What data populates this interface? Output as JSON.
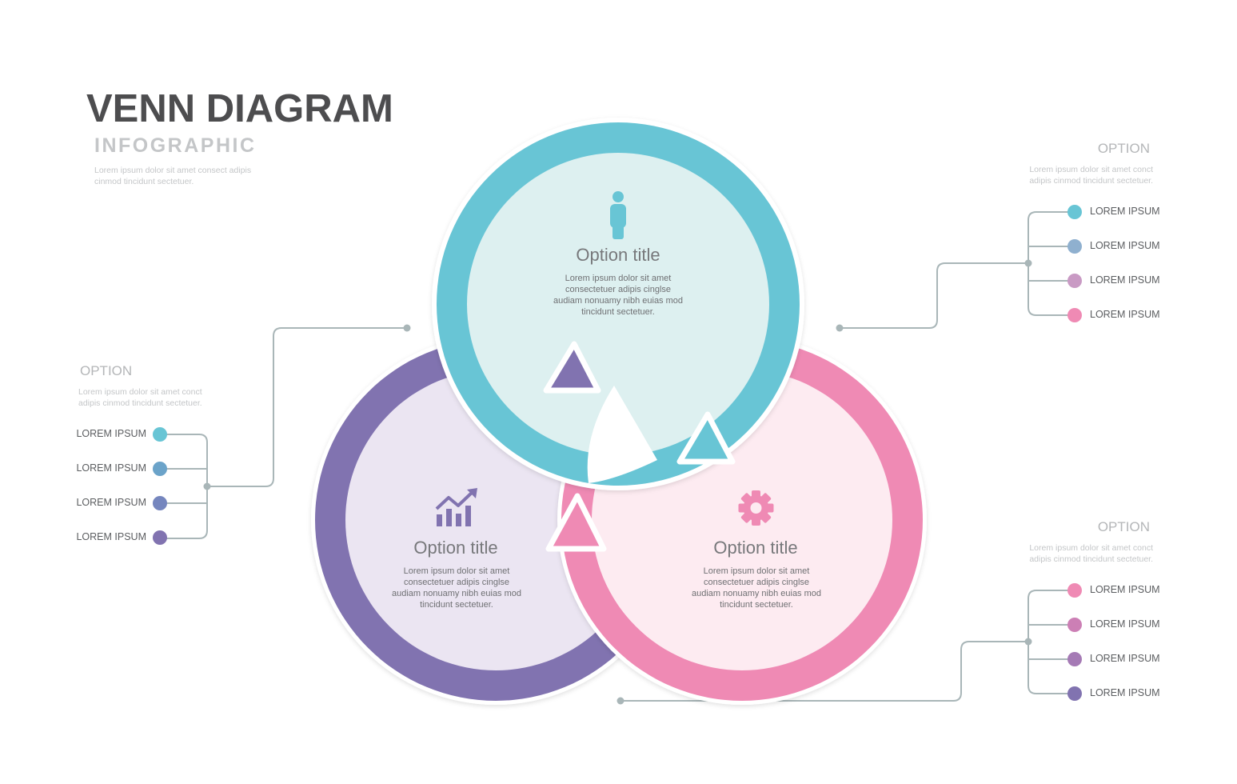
{
  "header": {
    "title": "VENN DIAGRAM",
    "subtitle": "INFOGRAPHIC",
    "description": "Lorem ipsum dolor sit amet consect adipis cinmod tincidunt sectetuer."
  },
  "circles": [
    {
      "key": "top",
      "title": "Option title",
      "description": "Lorem ipsum dolor sit amet consectetuer adipis cinglse audiam nonuamy nibh euias mod tincidunt sectetuer.",
      "icon": "person-icon",
      "ring_color": "#68c5d5",
      "fill_color": "#ddf0f0"
    },
    {
      "key": "left",
      "title": "Option title",
      "description": "Lorem ipsum dolor sit amet consectetuer adipis cinglse audiam nonuamy nibh euias mod tincidunt sectetuer.",
      "icon": "growth-chart-icon",
      "ring_color": "#8173b0",
      "fill_color": "#ebe5f2"
    },
    {
      "key": "right",
      "title": "Option title",
      "description": "Lorem ipsum dolor sit amet consectetuer adipis cinglse audiam nonuamy nibh euias mod tincidunt sectetuer.",
      "icon": "gear-icon",
      "ring_color": "#ef8ab4",
      "fill_color": "#fdebf1"
    }
  ],
  "option_panels": {
    "left": {
      "heading": "OPTION",
      "description": "Lorem ipsum dolor sit amet conct adipis cinmod tincidunt sectetuer.",
      "items": [
        {
          "label": "LOREM IPSUM",
          "color": "#68c5d5"
        },
        {
          "label": "LOREM IPSUM",
          "color": "#6ba3c9"
        },
        {
          "label": "LOREM IPSUM",
          "color": "#7586be"
        },
        {
          "label": "LOREM IPSUM",
          "color": "#8173b0"
        }
      ]
    },
    "top_right": {
      "heading": "OPTION",
      "description": "Lorem ipsum dolor sit amet conct adipis cinmod tincidunt sectetuer.",
      "items": [
        {
          "label": "LOREM IPSUM",
          "color": "#68c5d5"
        },
        {
          "label": "LOREM IPSUM",
          "color": "#8fb0cf"
        },
        {
          "label": "LOREM IPSUM",
          "color": "#c99ac4"
        },
        {
          "label": "LOREM IPSUM",
          "color": "#ef8ab4"
        }
      ]
    },
    "bottom_right": {
      "heading": "OPTION",
      "description": "Lorem ipsum dolor sit amet conct adipis cinmod tincidunt sectetuer.",
      "items": [
        {
          "label": "LOREM IPSUM",
          "color": "#ef8ab4"
        },
        {
          "label": "LOREM IPSUM",
          "color": "#cc7fb5"
        },
        {
          "label": "LOREM IPSUM",
          "color": "#a57ab5"
        },
        {
          "label": "LOREM IPSUM",
          "color": "#8173b0"
        }
      ]
    }
  },
  "colors": {
    "connector": "#a9b6b8",
    "title": "#4d4d4f",
    "muted_text": "#c4c6c8"
  }
}
